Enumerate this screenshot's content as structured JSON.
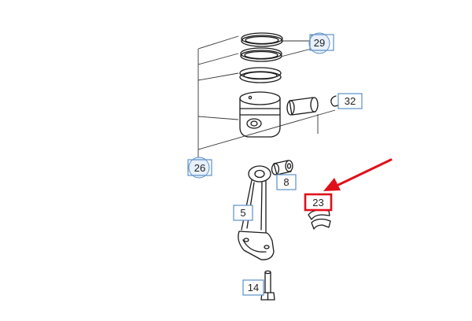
{
  "callouts": {
    "c29": "29",
    "c32": "32",
    "c26": "26",
    "c8": "8",
    "c23": "23",
    "c5": "5",
    "c14": "14"
  },
  "colors": {
    "line": "#1a1a1a",
    "callout_border": "#5b8fc9",
    "callout_circle_fill": "#e8f0fa",
    "highlight": "#e0101a"
  },
  "highlighted_part": "23"
}
